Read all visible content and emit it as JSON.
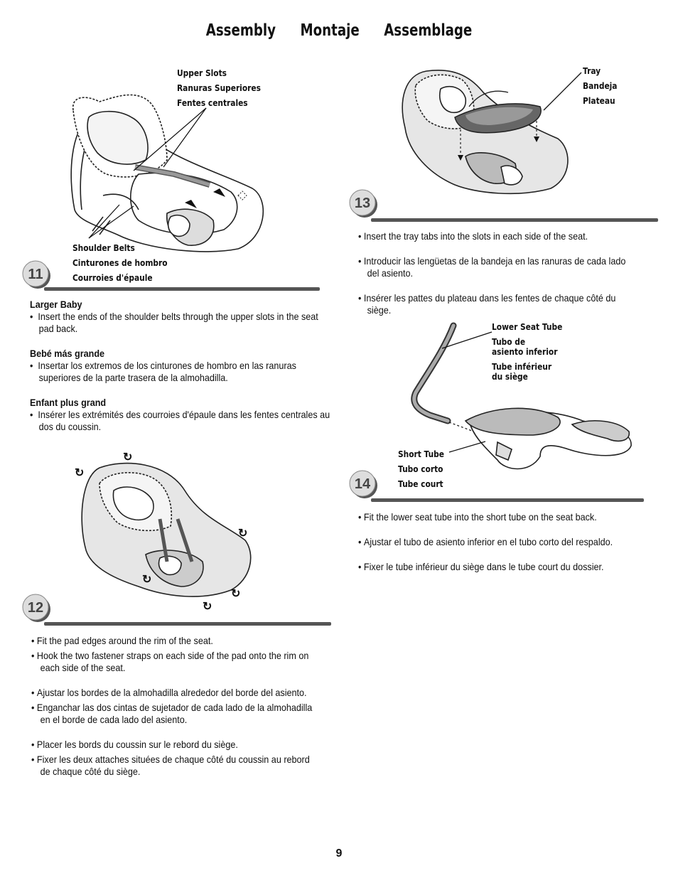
{
  "header": {
    "t1": "Assembly",
    "t2": "Montaje",
    "t3": "Assemblage"
  },
  "step11": {
    "number": "11",
    "upper_slots": [
      "Upper Slots",
      "Ranuras Superiores",
      "Fentes centrales"
    ],
    "shoulder_belts": [
      "Shoulder Belts",
      "Cinturones de hombro",
      "Courroies d'épaule"
    ],
    "en_head": "Larger Baby",
    "en_text": "Insert the ends of the shoulder belts through the upper slots in the seat pad back.",
    "es_head": "Bebé más grande",
    "es_text": "Insertar los extremos de los cinturones de hombro en las ranuras superiores de la parte trasera de la almohadilla.",
    "fr_head": "Enfant plus grand",
    "fr_text": "Insérer les extrémités des courroies d'épaule dans les fentes centrales au dos du coussin."
  },
  "step12": {
    "number": "12",
    "en1": "Fit the pad edges around the rim of the seat.",
    "en2": "Hook the two fastener straps on each side of the pad onto the rim on each side of the seat.",
    "es1": "Ajustar los bordes de la almohadilla alrededor del borde del asiento.",
    "es2": "Enganchar las dos cintas de sujetador de cada lado de la almohadilla en el borde de cada lado del asiento.",
    "fr1": "Placer les bords du coussin sur le rebord du siège.",
    "fr2": "Fixer les deux attaches situées de chaque côté du coussin au rebord de chaque côté du siège."
  },
  "step13": {
    "number": "13",
    "tray": [
      "Tray",
      "Bandeja",
      "Plateau"
    ],
    "en": "Insert the tray tabs into the slots in each side of the seat.",
    "es": "Introducir las lengüetas de la bandeja en las ranuras de cada lado del asiento.",
    "fr": "Insérer les pattes du plateau dans les fentes de chaque côté du siège."
  },
  "step14": {
    "number": "14",
    "lower_en": "Lower Seat Tube",
    "lower_es1": "Tubo de",
    "lower_es2": "asiento inferior",
    "lower_fr1": "Tube inférieur",
    "lower_fr2": "du siège",
    "short": [
      "Short Tube",
      "Tubo corto",
      "Tube court"
    ],
    "en": "Fit the lower seat tube into the short tube on the seat back.",
    "es": "Ajustar el tubo de asiento inferior en el tubo corto del respaldo.",
    "fr": "Fixer le tube inférieur du siège dans le tube court du dossier."
  },
  "footer": {
    "page": "9"
  }
}
